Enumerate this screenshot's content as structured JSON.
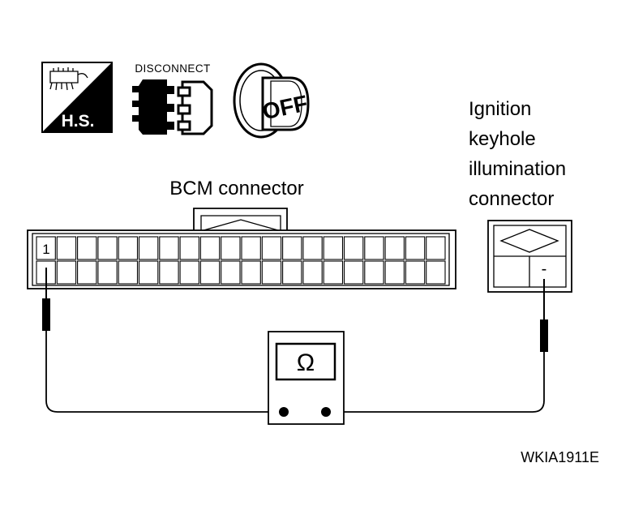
{
  "icons": {
    "harness_side_text": "H.S.",
    "disconnect_text": "DISCONNECT",
    "ignition_text": "OFF"
  },
  "bcm_connector": {
    "title": "BCM connector",
    "pin_label": "1"
  },
  "ignition_connector": {
    "title_lines": [
      "Ignition",
      "keyhole",
      "illumination",
      "connector"
    ],
    "terminal_label": "-"
  },
  "ohmmeter": {
    "symbol": "Ω"
  },
  "figure_id": "WKIA1911E"
}
